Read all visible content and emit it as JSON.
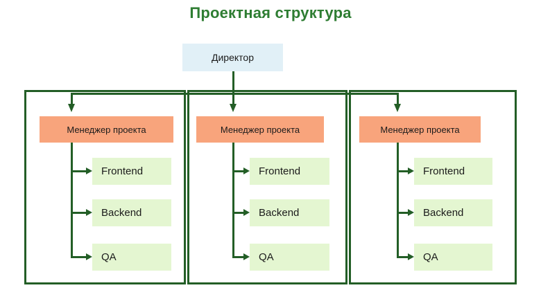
{
  "title": "Проектная структура",
  "director": {
    "label": "Директор"
  },
  "columns": [
    {
      "manager": "Менеджер проекта",
      "teams": [
        "Frontend",
        "Backend",
        "QA"
      ]
    },
    {
      "manager": "Менеджер проекта",
      "teams": [
        "Frontend",
        "Backend",
        "QA"
      ]
    },
    {
      "manager": "Менеджер проекта",
      "teams": [
        "Frontend",
        "Backend",
        "QA"
      ]
    }
  ],
  "colors": {
    "title_green": "#2e7d32",
    "line_green": "#235e26",
    "director_fill": "#e1f0f7",
    "manager_fill": "#f8a47c",
    "team_fill": "#e4f6d1",
    "text": "#1b1b1b"
  }
}
